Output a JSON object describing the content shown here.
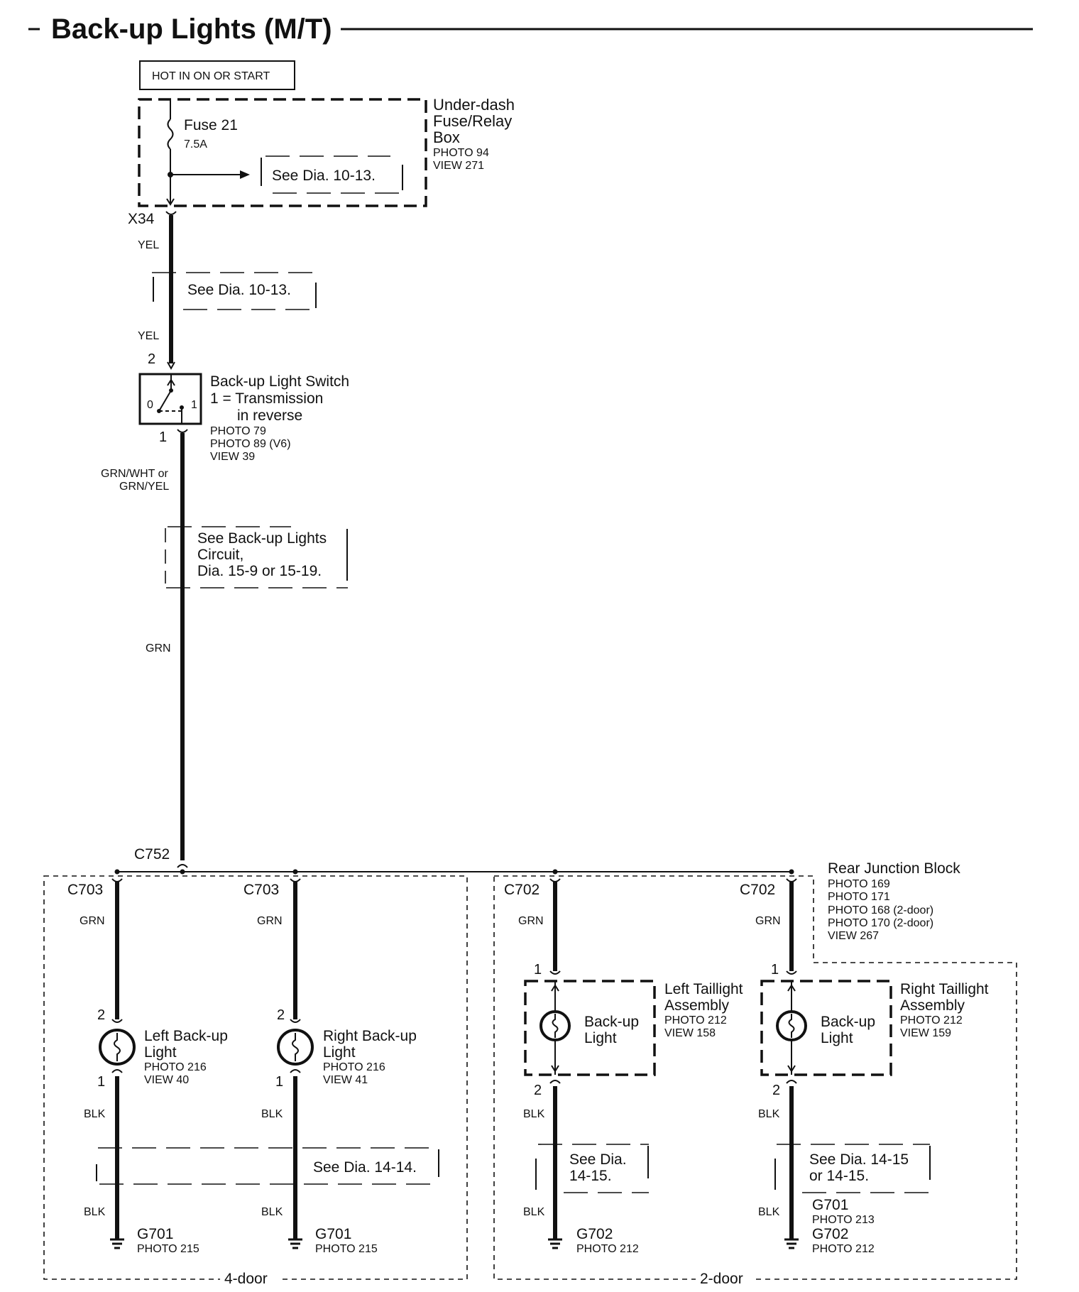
{
  "title": "Back-up Lights (M/T)",
  "power_label": "HOT IN ON OR START",
  "fuse_box": {
    "fuse_name": "Fuse 21",
    "fuse_rating": "7.5A",
    "see_ref": "See Dia. 10-13.",
    "name_line1": "Under-dash",
    "name_line2": "Fuse/Relay",
    "name_line3": "Box",
    "photo": "PHOTO 94",
    "view": "VIEW 271"
  },
  "connector_x34": "X34",
  "wire_yel_top": "YEL",
  "see_ref_2": "See Dia. 10-13.",
  "wire_yel_bottom": "YEL",
  "switch": {
    "pin_top": "2",
    "pin_bottom": "1",
    "pos0": "0",
    "pos1": "1",
    "name": "Back-up Light Switch",
    "desc1": "1 = Transmission",
    "desc2": "in reverse",
    "photo1": "PHOTO 79",
    "photo2": "PHOTO 89 (V6)",
    "view": "VIEW 39"
  },
  "wire_grnwht1": "GRN/WHT or",
  "wire_grnwht2": "GRN/YEL",
  "circuit_ref": {
    "line1": "See Back-up Lights",
    "line2": "Circuit,",
    "line3": "Dia. 15-9 or 15-19."
  },
  "wire_grn_main": "GRN",
  "connector_c752": "C752",
  "rear_junction": {
    "name": "Rear Junction Block",
    "p1": "PHOTO 169",
    "p2": "PHOTO 171",
    "p3": "PHOTO 168 (2-door)",
    "p4": "PHOTO 170 (2-door)",
    "view": "VIEW 267"
  },
  "four_door": {
    "label": "4-door",
    "see_ref": "See Dia. 14-14.",
    "left": {
      "connector": "C703",
      "wire_top": "GRN",
      "pin_top": "2",
      "pin_bottom": "1",
      "name1": "Left Back-up",
      "name2": "Light",
      "photo": "PHOTO 216",
      "view": "VIEW 40",
      "wire_mid": "BLK",
      "wire_bottom": "BLK",
      "ground": "G701",
      "ground_photo": "PHOTO 215"
    },
    "right": {
      "connector": "C703",
      "wire_top": "GRN",
      "pin_top": "2",
      "pin_bottom": "1",
      "name1": "Right Back-up",
      "name2": "Light",
      "photo": "PHOTO 216",
      "view": "VIEW 41",
      "wire_mid": "BLK",
      "wire_bottom": "BLK",
      "ground": "G701",
      "ground_photo": "PHOTO 215"
    }
  },
  "two_door": {
    "label": "2-door",
    "left": {
      "connector": "C702",
      "wire_top": "GRN",
      "pin_top": "1",
      "pin_bottom": "2",
      "inner1": "Back-up",
      "inner2": "Light",
      "name1": "Left Taillight",
      "name2": "Assembly",
      "photo": "PHOTO 212",
      "view": "VIEW 158",
      "wire_mid": "BLK",
      "see1": "See Dia.",
      "see2": "14-15.",
      "wire_bottom": "BLK",
      "ground": "G702",
      "ground_photo": "PHOTO 212"
    },
    "right": {
      "connector": "C702",
      "wire_top": "GRN",
      "pin_top": "1",
      "pin_bottom": "2",
      "inner1": "Back-up",
      "inner2": "Light",
      "name1": "Right Taillight",
      "name2": "Assembly",
      "photo": "PHOTO 212",
      "view": "VIEW 159",
      "wire_mid": "BLK",
      "see1": "See Dia. 14-15",
      "see2": "or 14-15.",
      "wire_bottom": "BLK",
      "ground_a": "G701",
      "ground_a_photo": "PHOTO 213",
      "ground_b": "G702",
      "ground_b_photo": "PHOTO 212"
    }
  }
}
